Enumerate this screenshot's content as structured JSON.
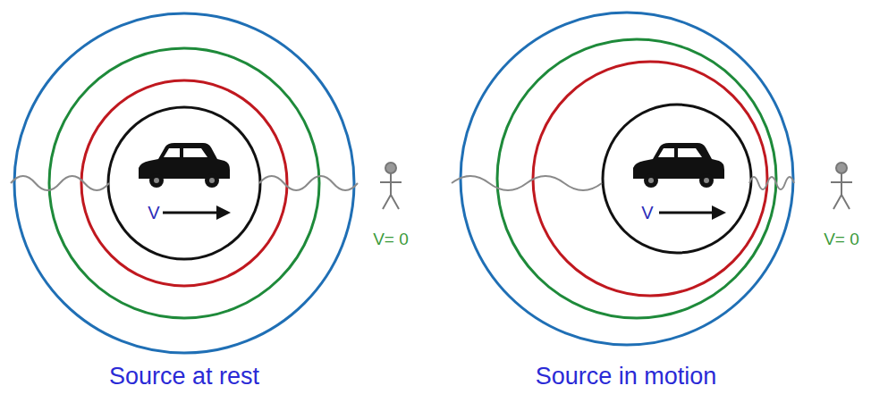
{
  "diagram": {
    "labels": [
      "V",
      "V= 0",
      "Source at rest",
      "V",
      "V= 0",
      "Source in motion"
    ]
  }
}
